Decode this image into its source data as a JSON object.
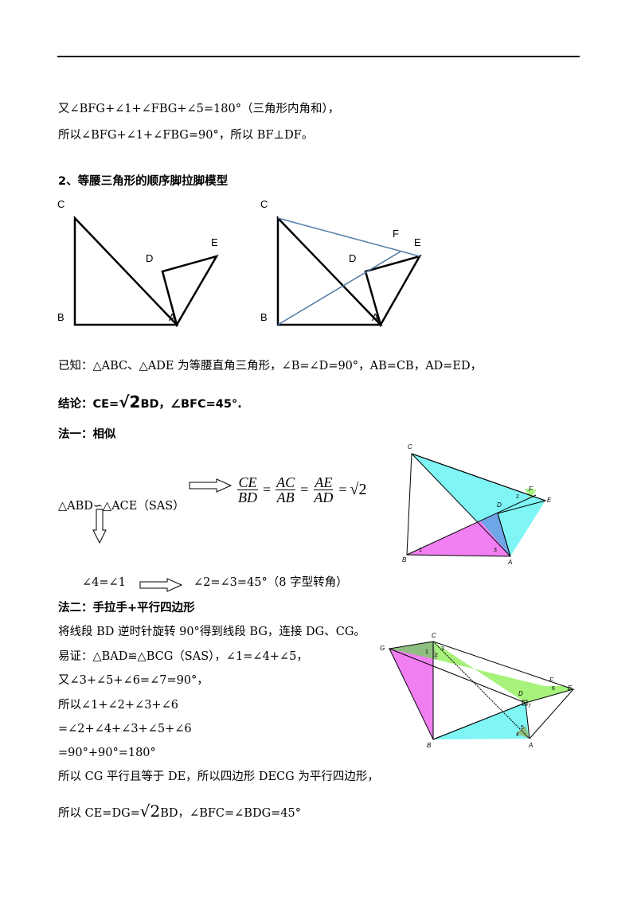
{
  "lines": {
    "l1": "又∠BFG+∠1+∠FBG+∠5=180°（三角形内角和），",
    "l2": "所以∠BFG+∠1+∠FBG=90°，所以 BF⊥DF。",
    "section2": "2、等腰三角形的顺序脚拉脚模型",
    "known": "已知：△ABC、△ADE 为等腰直角三角形，∠B=∠D=90°，AB=CB，AD=ED，",
    "conclusion_a": "结论：CE=",
    "conclusion_sqrt": "√2",
    "conclusion_b": "BD，∠BFC=45°.",
    "method1": "法一：相似",
    "similar": "△ABD∽△ACE（SAS）",
    "angle4": "∠4=∠1",
    "angle2": "∠2=∠3=45°（8 字型转角）",
    "method2": "法二：手拉手+平行四边形",
    "m2_1": "将线段 BD 逆时针旋转 90°得到线段 BG，连接 DG、CG。",
    "m2_2": "易证：△BAD≌△BCG（SAS），∠1=∠4+∠5，",
    "m2_3": "又∠3+∠5+∠6=∠7=90°，",
    "m2_4": "所以∠1+∠2+∠3+∠6",
    "m2_5": "=∠2+∠4+∠3+∠5+∠6",
    "m2_6": "=90°+90°=180°",
    "m2_7": "所以 CG 平行且等于 DE，所以四边形 DECG 为平行四边形，",
    "m2_8a": "所以 CE=DG=",
    "m2_8sqrt": "√2",
    "m2_8b": "BD，∠BFC=∠BDG=45°"
  },
  "ratio": {
    "f1_num": "CE",
    "f1_den": "BD",
    "f2_num": "AC",
    "f2_den": "AB",
    "f3_num": "AE",
    "f3_den": "AD",
    "eq": "=",
    "result": "√2"
  },
  "fig1": {
    "C": "C",
    "B": "B",
    "A": "A",
    "D": "D",
    "E": "E"
  },
  "fig2": {
    "C": "C",
    "B": "B",
    "A": "A",
    "D": "D",
    "E": "E",
    "F": "F"
  },
  "fig3": {
    "C": "C",
    "B": "B",
    "A": "A",
    "D": "D",
    "E": "E",
    "F": "F",
    "n1": "1",
    "n2": "2",
    "n3": "3"
  },
  "fig4": {
    "G": "G",
    "C": "C",
    "B": "B",
    "A": "A",
    "D": "D",
    "E": "E",
    "F": "F",
    "n1": "1",
    "n2": "2",
    "n3": "3",
    "n4": "4",
    "n5": "5",
    "n6": "6",
    "n7": "7"
  },
  "colors": {
    "cyan": "#7ff5f5",
    "magenta": "#f27ff2",
    "blue": "#6fa6e8",
    "green": "#a6f27a",
    "darkgreen": "#8fbf80",
    "steel": "#4f79a3"
  }
}
